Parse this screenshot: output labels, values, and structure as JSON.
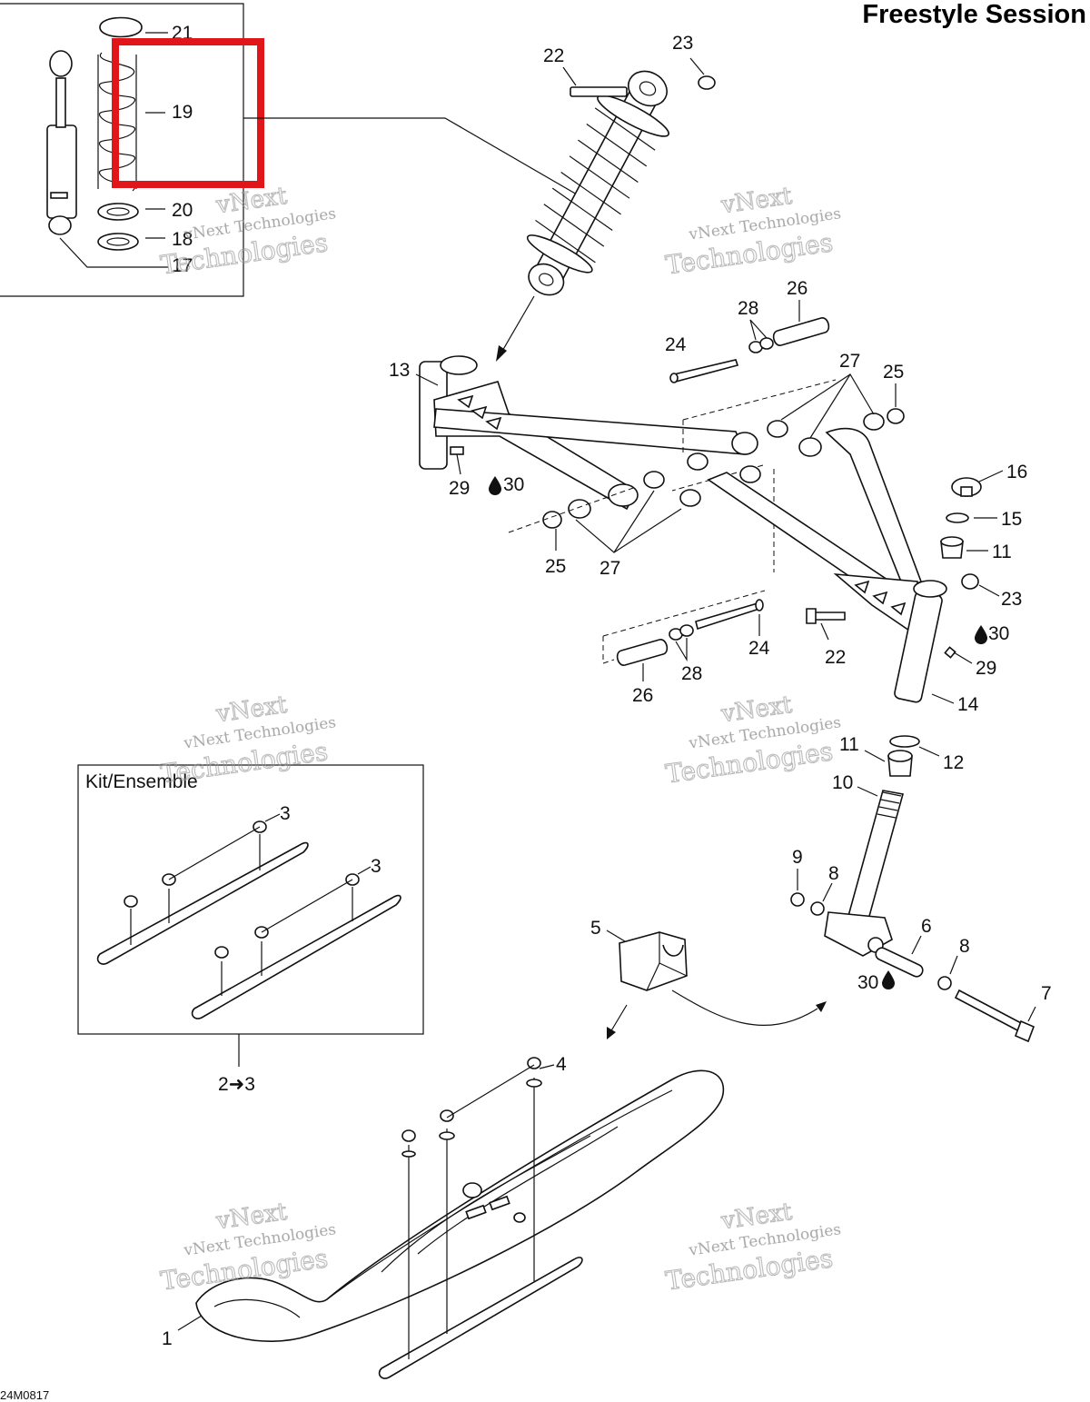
{
  "header": {
    "title": "Freestyle Session"
  },
  "kit": {
    "label": "Kit/Ensemble",
    "range_label": "2➜3"
  },
  "drawing_code": "24M0817",
  "watermark": {
    "line1": "vNext",
    "line2": "vNext Technologies",
    "line3": "Technologies"
  },
  "highlight": {
    "color": "#e0161b",
    "part": "19"
  },
  "callouts": {
    "n1": "1",
    "n3a": "3",
    "n3b": "3",
    "n4": "4",
    "n5": "5",
    "n6": "6",
    "n7": "7",
    "n8a": "8",
    "n8b": "8",
    "n9": "9",
    "n10": "10",
    "n11a": "11",
    "n11b": "11",
    "n12": "12",
    "n13": "13",
    "n14": "14",
    "n15": "15",
    "n16": "16",
    "n17": "17",
    "n18": "18",
    "n19": "19",
    "n20": "20",
    "n21": "21",
    "n22a": "22",
    "n22b": "22",
    "n23a": "23",
    "n23b": "23",
    "n24a": "24",
    "n24b": "24",
    "n25a": "25",
    "n25b": "25",
    "n26a": "26",
    "n26b": "26",
    "n27a": "27",
    "n27b": "27",
    "n28a": "28",
    "n28b": "28",
    "n29a": "29",
    "n29b": "29",
    "n30a": "30",
    "n30b": "30",
    "n30c": "30"
  },
  "icons": {
    "lubricant": "oil-drop-icon"
  }
}
